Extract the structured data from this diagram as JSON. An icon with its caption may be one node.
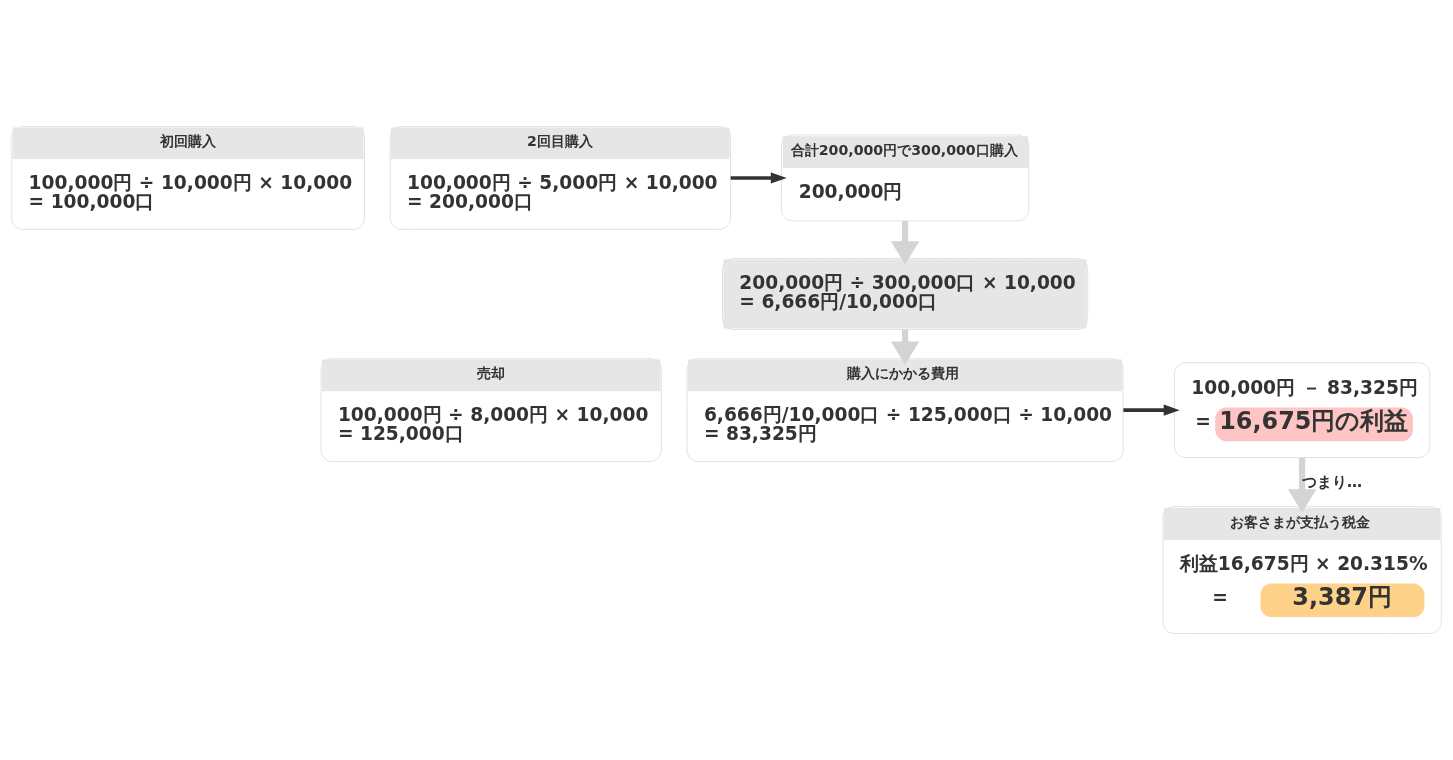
{
  "diagram": {
    "nodes": [
      {
        "text": [
          "初回購入",
          "100,000円 ÷ 10,000円 × 10,000 = 100,000口"
        ]
      },
      {
        "text": [
          "2回目購入",
          "100,000円 ÷ 5,000円 × 10,000 = 200,000口"
        ]
      },
      {
        "text": [
          "合計200,000円で300,000口購入",
          "200,000円"
        ]
      },
      {
        "text": [
          "200,000円 ÷ 300,000口 × 10,000 = 6,666円/10,000口"
        ]
      },
      {
        "text": [
          "売却",
          "100,000円 ÷ 8,000円 × 10,000 = 125,000口"
        ]
      },
      {
        "text": [
          "購入にかかる費用",
          "6,666円/10,000口 ÷ 125,000口 ÷ 10,000 = 83,325円"
        ]
      },
      {
        "text": [
          "100,000円 － 83,325円",
          "=",
          "16,675円の利益"
        ]
      },
      {
        "text": [
          "お客さまが支払う税金",
          "利益16,675円 × 20.315%",
          "=",
          "3,387円"
        ]
      }
    ],
    "edges": [
      {
        "from": 1,
        "to": 2,
        "arrow": "to",
        "color": "#333333"
      },
      {
        "from": 2,
        "to": 3,
        "arrow": "to"
      },
      {
        "from": 3,
        "to": 5,
        "arrow": "to"
      },
      {
        "from": 5,
        "to": 6,
        "arrow": "to",
        "color": "#333333"
      },
      {
        "from": 6,
        "to": 7,
        "arrow": "to",
        "label": "つまり…"
      }
    ]
  }
}
